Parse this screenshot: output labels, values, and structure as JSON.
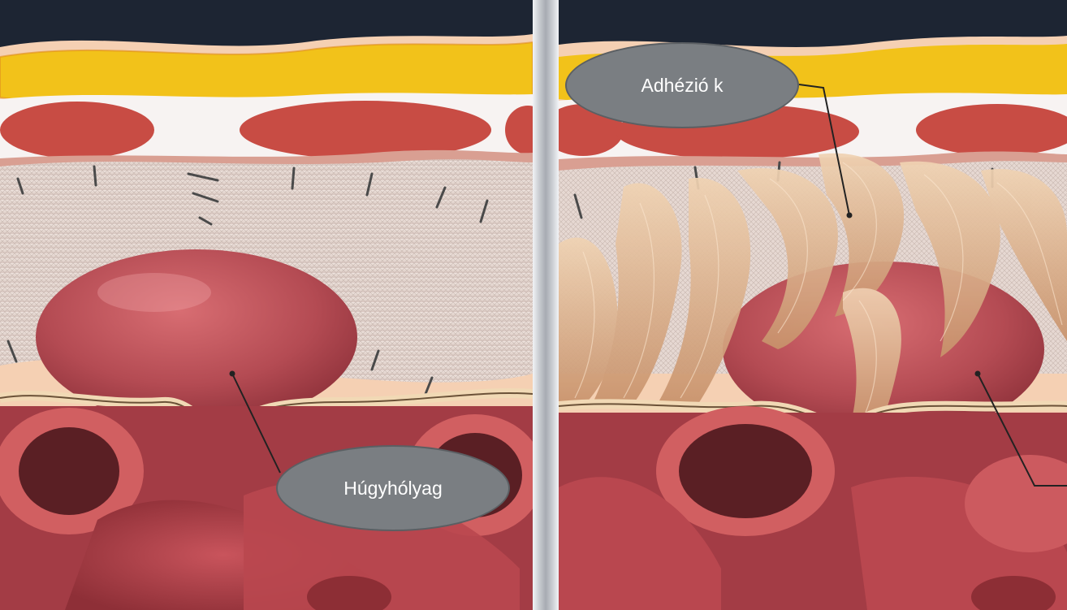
{
  "labels": {
    "bladder": "Húgyhólyag",
    "adhesions": "Adhézió k"
  },
  "colors": {
    "background": "#ffffff",
    "dark_top": "#1d2533",
    "fat": "#f2c21a",
    "muscle": "#c84c44",
    "mesh": "#e6d8d2",
    "organ": "#b6484f",
    "callout_fill": "#7a7e82",
    "callout_border": "#5b5f63",
    "divider": "#a7abb2"
  },
  "icons": {
    "left_panel": "anatomy-mesh-illustration",
    "right_panel": "anatomy-adhesion-illustration"
  }
}
